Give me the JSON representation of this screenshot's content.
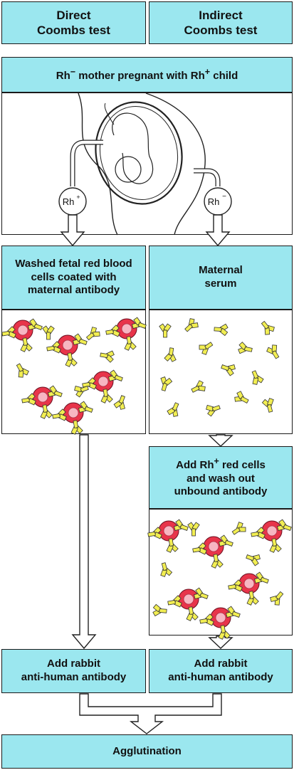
{
  "headers": {
    "direct": [
      "Direct",
      "Coombs test"
    ],
    "indirect": [
      "Indirect",
      "Coombs test"
    ]
  },
  "top_banner": {
    "prefix": "Rh",
    "sup": "−",
    "text": " mother pregnant with Rh",
    "sup2": "+",
    "suffix": " child"
  },
  "labels": {
    "rh_pos": {
      "base": "Rh",
      "sup": "+"
    },
    "rh_neg": {
      "base": "Rh",
      "sup": "−"
    }
  },
  "left_box": [
    "Washed fetal red blood",
    "cells coated with",
    "maternal antibody"
  ],
  "right_box": [
    "Maternal",
    "serum"
  ],
  "right_box2": {
    "line1_base": "Add Rh",
    "line1_sup": "+",
    "line1_rest": " red cells",
    "line2": "and wash out",
    "line3": "unbound antibody"
  },
  "add_rabbit": [
    "Add rabbit",
    "anti-human antibody"
  ],
  "result": "Agglutination",
  "colors": {
    "box_fill": "#9be7ef",
    "cell_red": "#e8344a",
    "cell_pink": "#f7b6c2",
    "antibody": "#f2ee52"
  }
}
